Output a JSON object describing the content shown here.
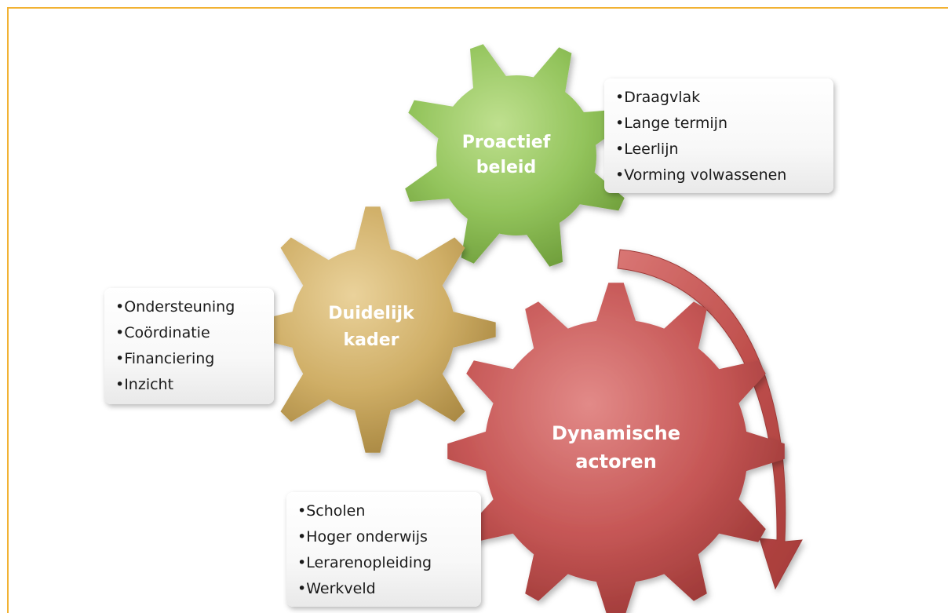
{
  "colors": {
    "frame": "#f2b233",
    "green_gear": "#8cbd52",
    "gold_gear": "#c9a75c",
    "red_gear": "#c05050",
    "arrow": "#c0504d"
  },
  "gears": {
    "proactief": {
      "line1": "Proactief",
      "line2": "beleid"
    },
    "duidelijk": {
      "line1": "Duidelijk",
      "line2": "kader"
    },
    "dynamische": {
      "line1": "Dynamische",
      "line2": "actoren"
    }
  },
  "lists": {
    "proactief": {
      "items": [
        "•Draagvlak",
        "•Lange termijn",
        "•Leerlijn",
        "•Vorming volwassenen"
      ]
    },
    "duidelijk": {
      "items": [
        "•Ondersteuning",
        "•Coördinatie",
        "•Financiering",
        "•Inzicht"
      ]
    },
    "dynamische": {
      "items": [
        "•Scholen",
        "•Hoger onderwijs",
        "•Lerarenopleiding",
        "•Werkveld"
      ]
    }
  }
}
